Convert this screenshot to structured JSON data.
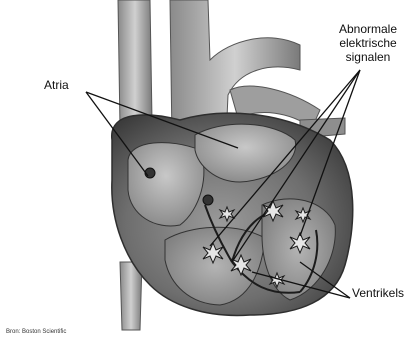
{
  "labels": {
    "atria": "Atria",
    "abnormal_line1": "Abnormale",
    "abnormal_line2": "elektrische",
    "abnormal_line3": "signalen",
    "ventricles": "Ventrikels",
    "source": "Bron: Boston Scientific"
  }
}
